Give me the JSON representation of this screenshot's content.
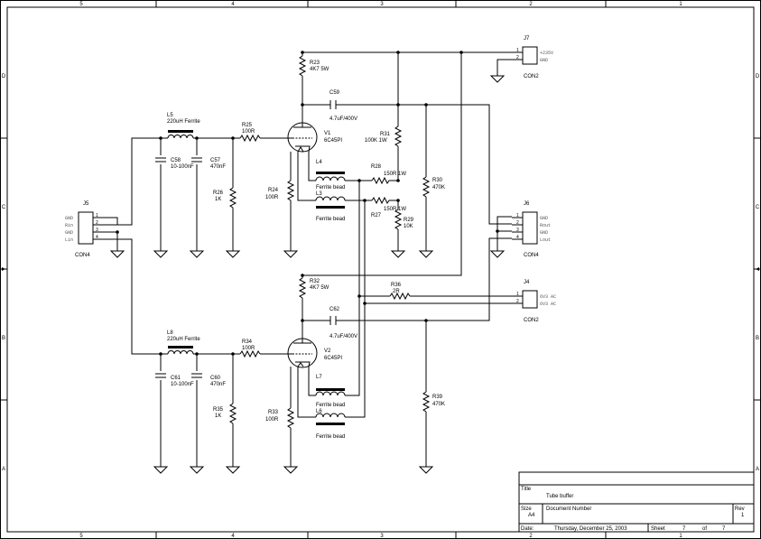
{
  "border": {
    "columns": [
      "5",
      "4",
      "3",
      "2",
      "1"
    ],
    "rows": [
      "D",
      "C",
      "B",
      "A"
    ]
  },
  "title_block": {
    "title_label": "Title",
    "title": "Tube buffer",
    "size_label": "Size",
    "size": "A4",
    "docnum_label": "Document Number",
    "rev_label": "Rev",
    "rev": "1",
    "date_label": "Date:",
    "date": "Thursday, December 25, 2003",
    "sheet_label": "Sheet",
    "sheet": "7",
    "of_label": "of",
    "sheets": "7"
  },
  "parts": {
    "J7": {
      "ref": "J7",
      "type": "CON2",
      "pins": [
        "1",
        "2"
      ],
      "nets": [
        "+235V",
        "GND"
      ]
    },
    "J5": {
      "ref": "J5",
      "type": "CON4",
      "pins": [
        "1",
        "2",
        "3",
        "4"
      ],
      "nets": [
        "GND",
        "Rin",
        "GND",
        "Lin"
      ]
    },
    "J6": {
      "ref": "J6",
      "type": "CON4",
      "pins": [
        "1",
        "2",
        "3",
        "4"
      ],
      "nets": [
        "GND",
        "Rout",
        "GND",
        "Lout"
      ]
    },
    "J4": {
      "ref": "J4",
      "type": "CON2",
      "pins": [
        "1",
        "2"
      ],
      "nets": [
        "6V3 AC",
        "6V3 AC"
      ]
    },
    "R23": {
      "ref": "R23",
      "value": "4K7 5W"
    },
    "C59": {
      "ref": "C59",
      "value": "4.7uF/400V"
    },
    "L5": {
      "ref": "L5",
      "value": "220uH Ferrite"
    },
    "R25": {
      "ref": "R25",
      "value": "100R"
    },
    "V1": {
      "ref": "V1",
      "value": "6C45PI"
    },
    "R31": {
      "ref": "R31",
      "value": "100K 1W"
    },
    "C58": {
      "ref": "C58",
      "value": "10-100nF"
    },
    "C57": {
      "ref": "C57",
      "value": "470nF"
    },
    "L4": {
      "ref": "L4",
      "value": "Ferrite bead"
    },
    "R28": {
      "ref": "R28",
      "value": "150R 1W"
    },
    "R30": {
      "ref": "R30",
      "value": "470K"
    },
    "R26": {
      "ref": "R26",
      "value": "1K"
    },
    "R24": {
      "ref": "R24",
      "value": "100R"
    },
    "L3": {
      "ref": "L3",
      "value": "Ferrite bead"
    },
    "R27": {
      "ref": "R27",
      "value": "150R 1W"
    },
    "R29": {
      "ref": "R29",
      "value": "10K"
    },
    "R32": {
      "ref": "R32",
      "value": "4K7 5W"
    },
    "R36": {
      "ref": "R36",
      "value": "2R"
    },
    "C62": {
      "ref": "C62",
      "value": "4.7uF/400V"
    },
    "L8": {
      "ref": "L8",
      "value": "220uH Ferrite"
    },
    "R34": {
      "ref": "R34",
      "value": "100R"
    },
    "V2": {
      "ref": "V2",
      "value": "6C45PI"
    },
    "C61": {
      "ref": "C61",
      "value": "10-100nF"
    },
    "C60": {
      "ref": "C60",
      "value": "470nF"
    },
    "L7": {
      "ref": "L7",
      "value": "Ferrite bead"
    },
    "R39": {
      "ref": "R39",
      "value": "470K"
    },
    "R35": {
      "ref": "R35",
      "value": "1K"
    },
    "R33": {
      "ref": "R33",
      "value": "100R"
    },
    "L6": {
      "ref": "L6",
      "value": "Ferrite bead"
    }
  }
}
